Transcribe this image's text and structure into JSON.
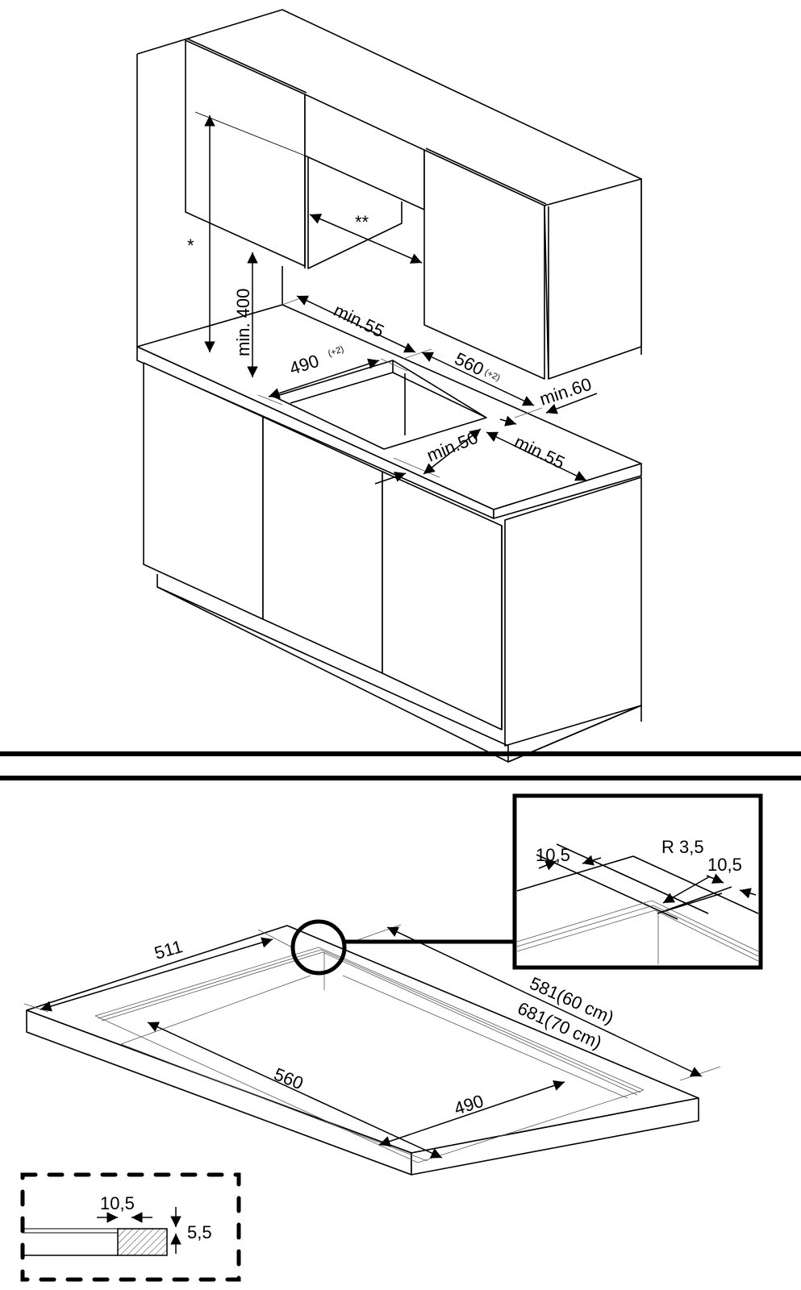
{
  "top_view": {
    "title": "kitchen-cabinet-installation",
    "labels": {
      "height_above_hob": "*",
      "hood_width": "**",
      "min_400": "min. 400",
      "min_55_back": "min.55",
      "cutout_490": "490",
      "cutout_490_tol": "(+2)",
      "cutout_560": "560",
      "cutout_560_tol": "(+2)",
      "min_60": "min.60",
      "min_50": "min.50",
      "min_55_side": "min.55"
    }
  },
  "bottom_view": {
    "labels": {
      "width_511": "511",
      "length_581": "581(60 cm)",
      "length_681": "681(70 cm)",
      "cutout_560": "560",
      "cutout_490": "490"
    },
    "detail_corner": {
      "edge_left": "10,5",
      "radius": "R 3,5",
      "edge_right": "10,5"
    },
    "detail_section": {
      "width": "10,5",
      "height": "5,5"
    }
  }
}
